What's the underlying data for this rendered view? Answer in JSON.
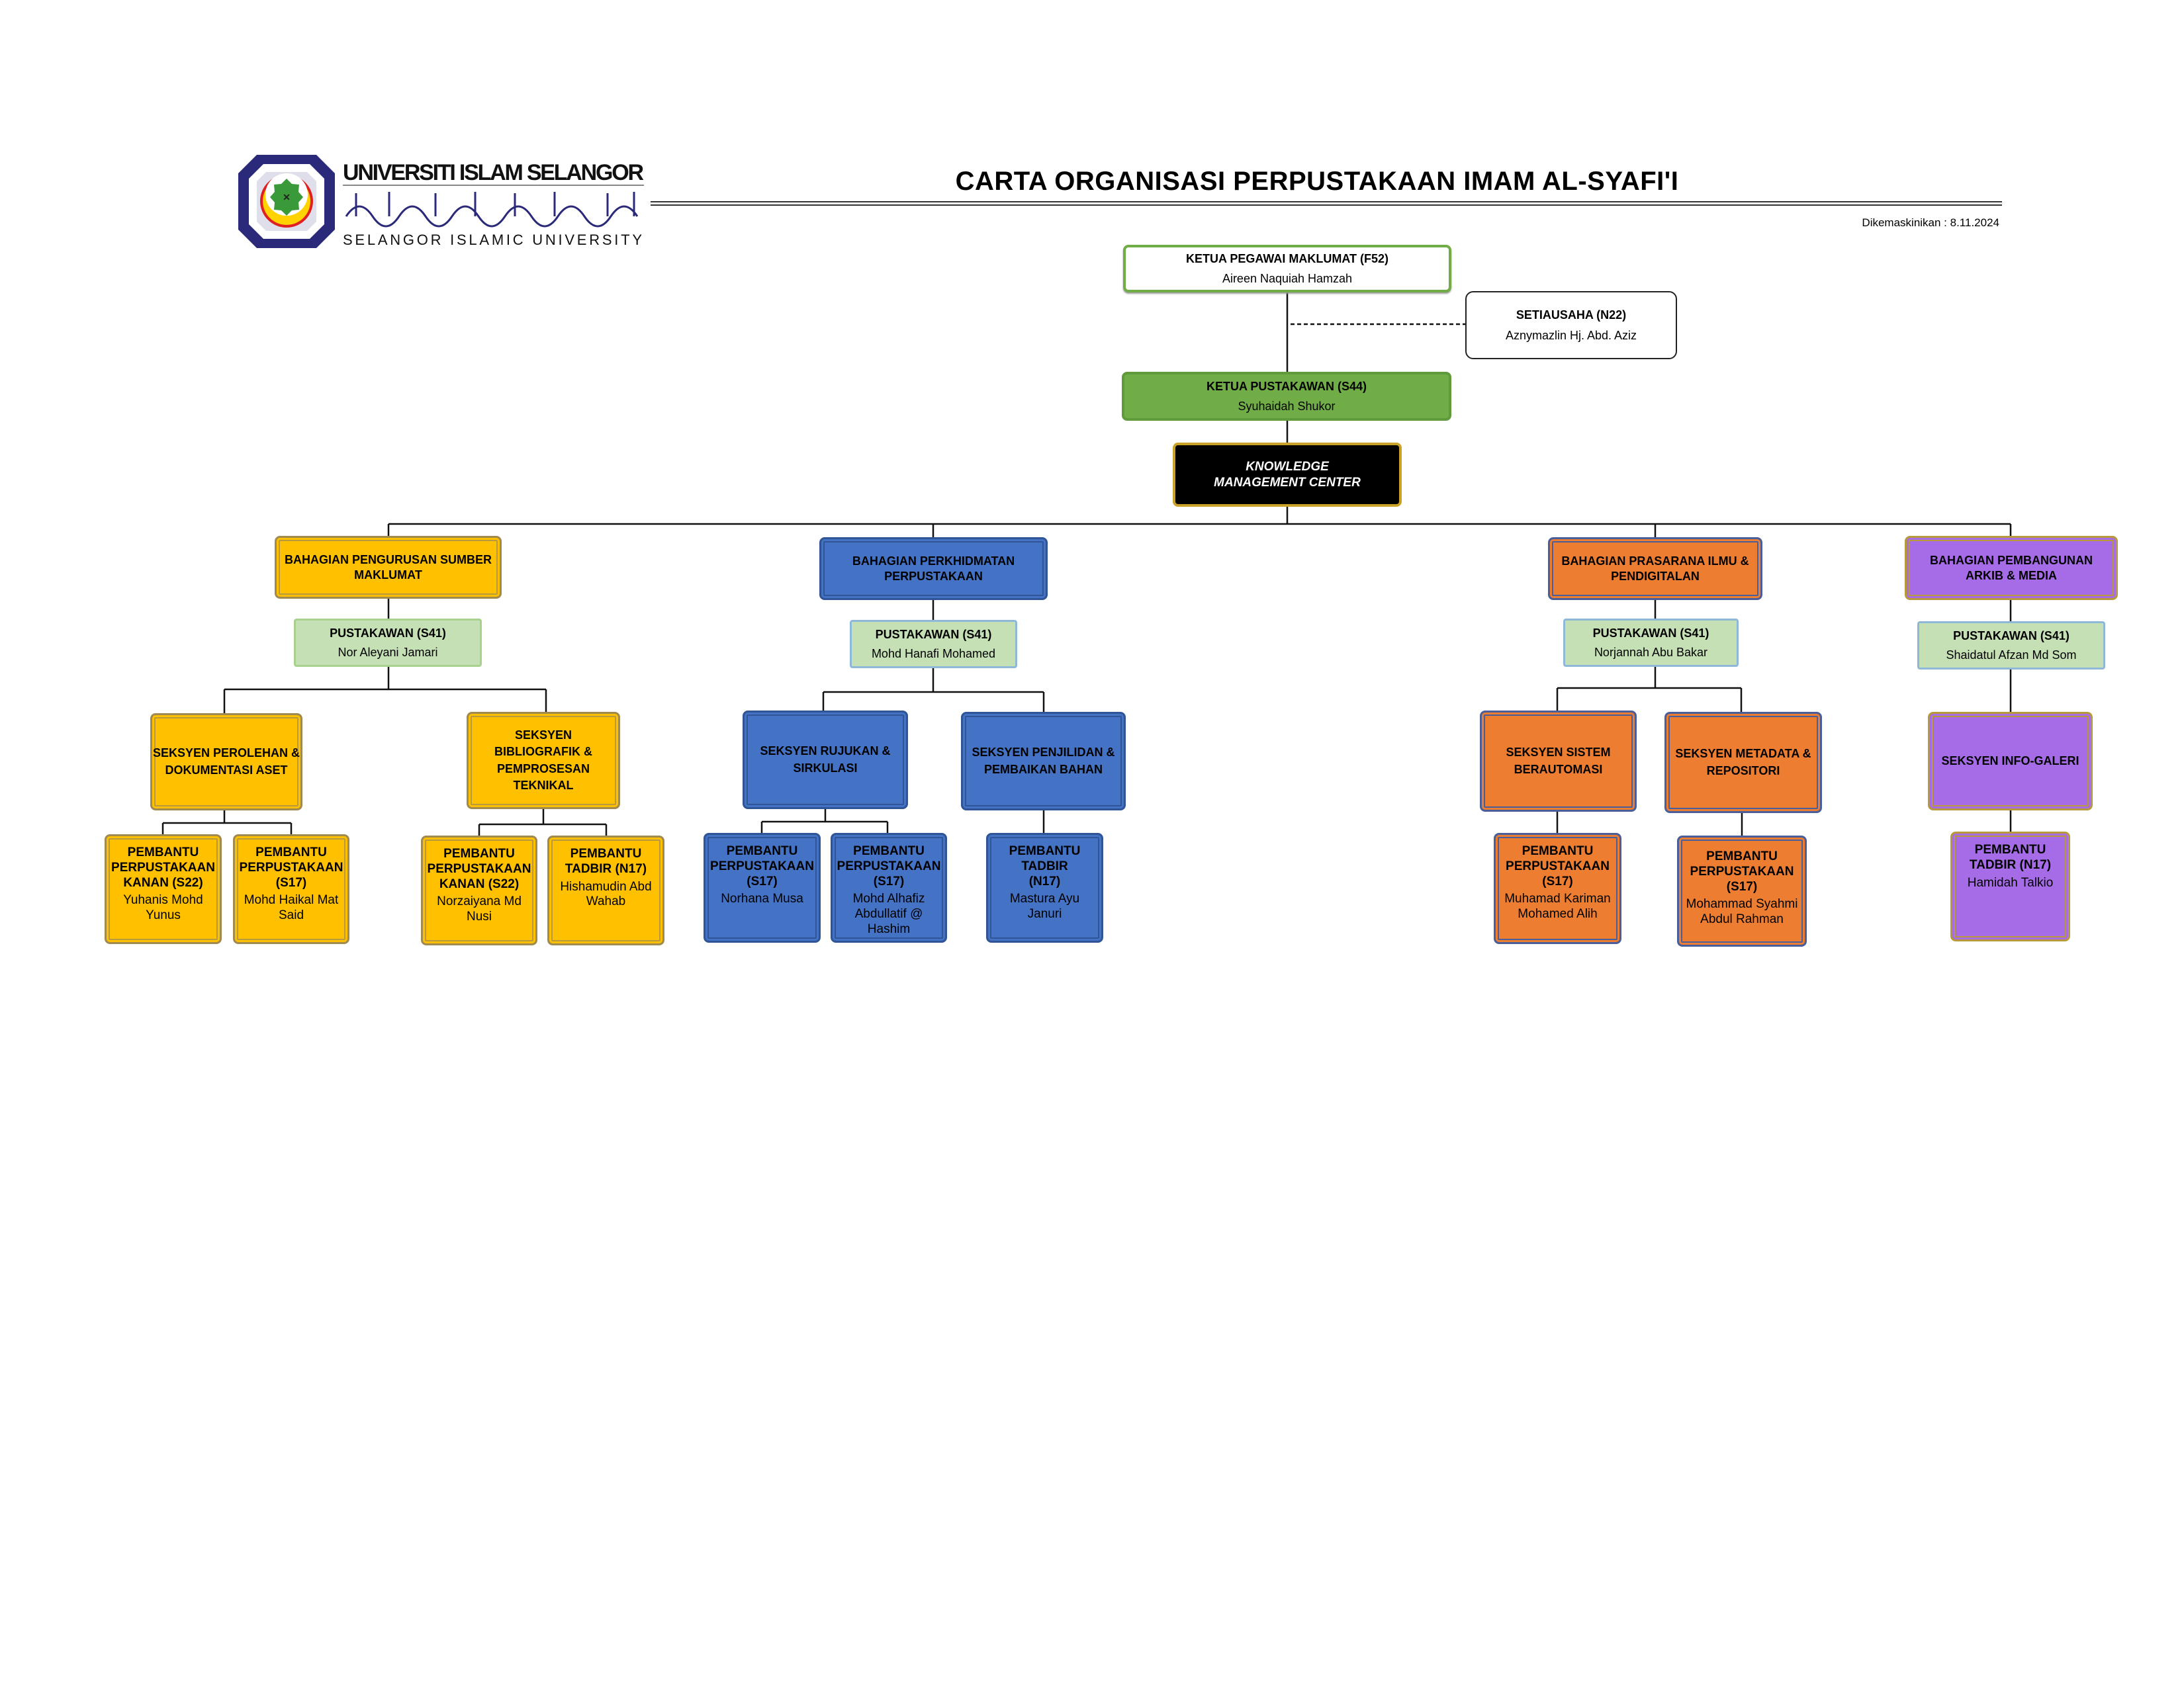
{
  "logo": {
    "name_ms": "UNIVERSITI ISLAM SELANGOR",
    "name_en": "SELANGOR ISLAMIC UNIVERSITY",
    "colors": {
      "navy": "#2b2a7a",
      "green": "#3a9a3a",
      "yellow": "#ffd200",
      "red": "#e02020"
    }
  },
  "title": "CARTA ORGANISASI PERPUSTAKAAN IMAM AL-SYAFI'I",
  "updated": "Dikemaskinikan : 8.11.2024",
  "top": {
    "kpm": {
      "title": "KETUA PEGAWAI MAKLUMAT (F52)",
      "name": "Aireen Naquiah Hamzah"
    },
    "setiausaha": {
      "title": "SETIAUSAHA (N22)",
      "name": "Aznymazlin Hj. Abd. Aziz"
    },
    "kp": {
      "title": "KETUA PUSTAKAWAN (S44)",
      "name": "Syuhaidah Shukor"
    },
    "kmc": {
      "title": "KNOWLEDGE MANAGEMENT CENTER"
    }
  },
  "divisions": [
    {
      "title": "BAHAGIAN PENGURUSAN SUMBER MAKLUMAT",
      "color": "#ffc000",
      "head": {
        "title": "PUSTAKAWAN (S41)",
        "name": "Nor Aleyani Jamari"
      },
      "sections": [
        {
          "title": "SEKSYEN PEROLEHAN & DOKUMENTASI ASET",
          "staff": [
            {
              "title": "PEMBANTU PERPUSTAKAAN KANAN (S22)",
              "name": "Yuhanis Mohd Yunus"
            },
            {
              "title": "PEMBANTU PERPUSTAKAAN (S17)",
              "name": "Mohd Haikal Mat Said"
            }
          ]
        },
        {
          "title": "SEKSYEN BIBLIOGRAFIK & PEMPROSESAN TEKNIKAL",
          "staff": [
            {
              "title": "PEMBANTU PERPUSTAKAAN KANAN (S22)",
              "name": "Norzaiyana Md Nusi"
            },
            {
              "title": "PEMBANTU TADBIR (N17)",
              "name": "Hishamudin Abd Wahab"
            }
          ]
        }
      ]
    },
    {
      "title": "BAHAGIAN PERKHIDMATAN PERPUSTAKAAN",
      "color": "#4472c4",
      "head": {
        "title": "PUSTAKAWAN (S41)",
        "name": "Mohd Hanafi Mohamed"
      },
      "sections": [
        {
          "title": "SEKSYEN RUJUKAN & SIRKULASI",
          "staff": [
            {
              "title": "PEMBANTU PERPUSTAKAAN (S17)",
              "name": "Norhana Musa"
            },
            {
              "title": "PEMBANTU PERPUSTAKAAN (S17)",
              "name": "Mohd Alhafiz Abdullatif @ Hashim"
            }
          ]
        },
        {
          "title": "SEKSYEN PENJILIDAN & PEMBAIKAN BAHAN",
          "staff": [
            {
              "title": "PEMBANTU TADBIR (N17)",
              "name": "Mastura Ayu Januri"
            }
          ]
        }
      ]
    },
    {
      "title": "BAHAGIAN PRASARANA ILMU & PENDIGITALAN",
      "color": "#ed7d31",
      "head": {
        "title": "PUSTAKAWAN (S41)",
        "name": "Norjannah Abu Bakar"
      },
      "sections": [
        {
          "title": "SEKSYEN SISTEM BERAUTOMASI",
          "staff": [
            {
              "title": "PEMBANTU PERPUSTAKAAN (S17)",
              "name": "Muhamad Kariman Mohamed Alih"
            }
          ]
        },
        {
          "title": "SEKSYEN METADATA & REPOSITORI",
          "staff": [
            {
              "title": "PEMBANTU PERPUSTAKAAN (S17)",
              "name": "Mohammad Syahmi Abdul Rahman"
            }
          ]
        }
      ]
    },
    {
      "title": "BAHAGIAN PEMBANGUNAN ARKIB & MEDIA",
      "color": "#a66ce8",
      "head": {
        "title": "PUSTAKAWAN (S41)",
        "name": "Shaidatul Afzan Md Som"
      },
      "sections": [
        {
          "title": "SEKSYEN INFO-GALERI",
          "staff": [
            {
              "title": "PEMBANTU TADBIR (N17)",
              "name": "Hamidah Talkio"
            }
          ]
        }
      ]
    }
  ]
}
